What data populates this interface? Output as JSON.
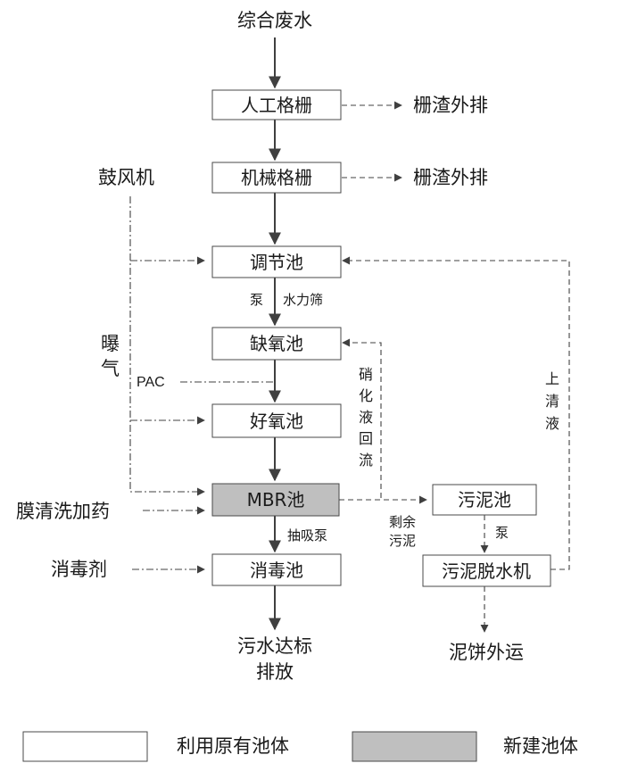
{
  "nodes": {
    "wastewater": "综合废水",
    "manual_screen": "人工格栅",
    "mech_screen": "机械格栅",
    "equalization": "调节池",
    "anoxic": "缺氧池",
    "aerobic": "好氧池",
    "mbr": "MBR池",
    "disinfection": "消毒池",
    "discharge_line1": "污水达标",
    "discharge_line2": "排放",
    "sludge_tank": "污泥池",
    "dewatering": "污泥脱水机",
    "cake_out": "泥饼外运"
  },
  "inputs": {
    "screenings_out_1": "栅渣外排",
    "screenings_out_2": "栅渣外排",
    "blower": "鼓风机",
    "aeration": [
      "曝",
      "气"
    ],
    "pac": "PAC",
    "membrane_cleaning": "膜清洗加药",
    "disinfectant": "消毒剂"
  },
  "edge_labels": {
    "pump": "泵",
    "hydro_sieve": "水力筛",
    "suction_pump": "抽吸泵",
    "nitrate_recycle": [
      "硝",
      "化",
      "液",
      "回",
      "流"
    ],
    "supernatant": [
      "上",
      "清",
      "液"
    ],
    "excess_sludge_1": "剩余",
    "excess_sludge_2": "污泥",
    "sludge_pump": "泵"
  },
  "legend": {
    "existing": "利用原有池体",
    "new": "新建池体"
  }
}
